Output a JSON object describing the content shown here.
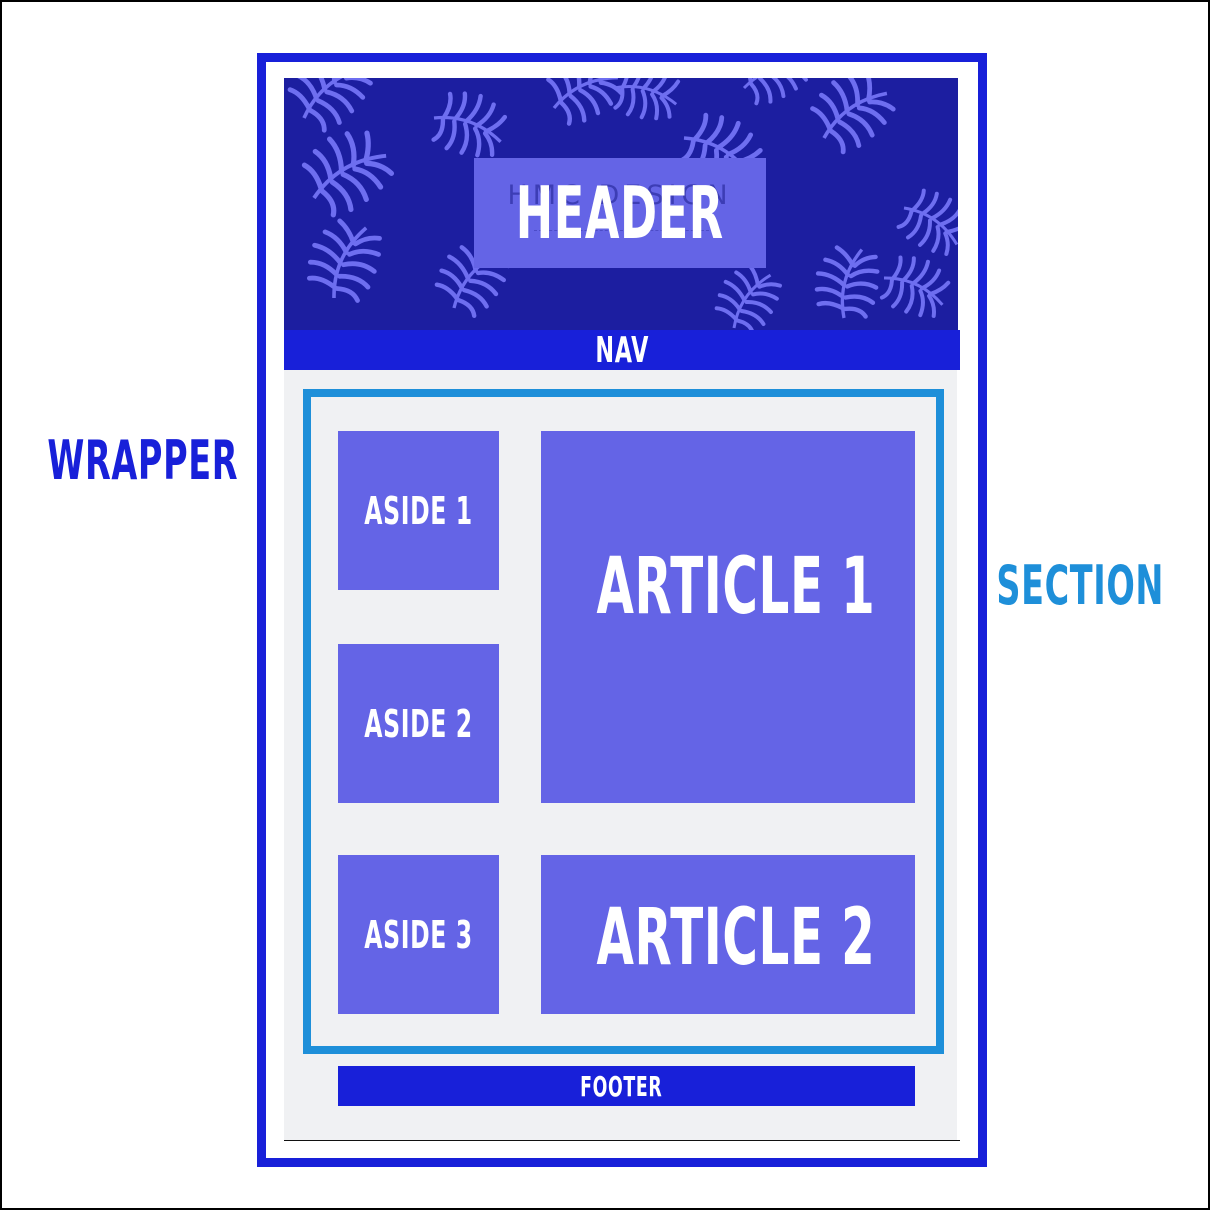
{
  "labels": {
    "wrapper": "WRAPPER",
    "section": "SECTION"
  },
  "header": {
    "label": "HEADER",
    "logo_text": "HMC DESIGN"
  },
  "nav": {
    "label": "NAV"
  },
  "asides": [
    "ASIDE 1",
    "ASIDE 2",
    "ASIDE 3"
  ],
  "articles": [
    "ARTICLE 1",
    "ARTICLE 2"
  ],
  "footer": {
    "label": "FOOTER"
  },
  "colors": {
    "wrapper_border": "#1820d9",
    "section_border": "#1e8fd9",
    "header_bg": "#1c1ea0",
    "nav_bg": "#1820d9",
    "block_fill": "#6464e6",
    "leaf": "#6e6ef0",
    "content_bg": "#f0f1f3"
  }
}
